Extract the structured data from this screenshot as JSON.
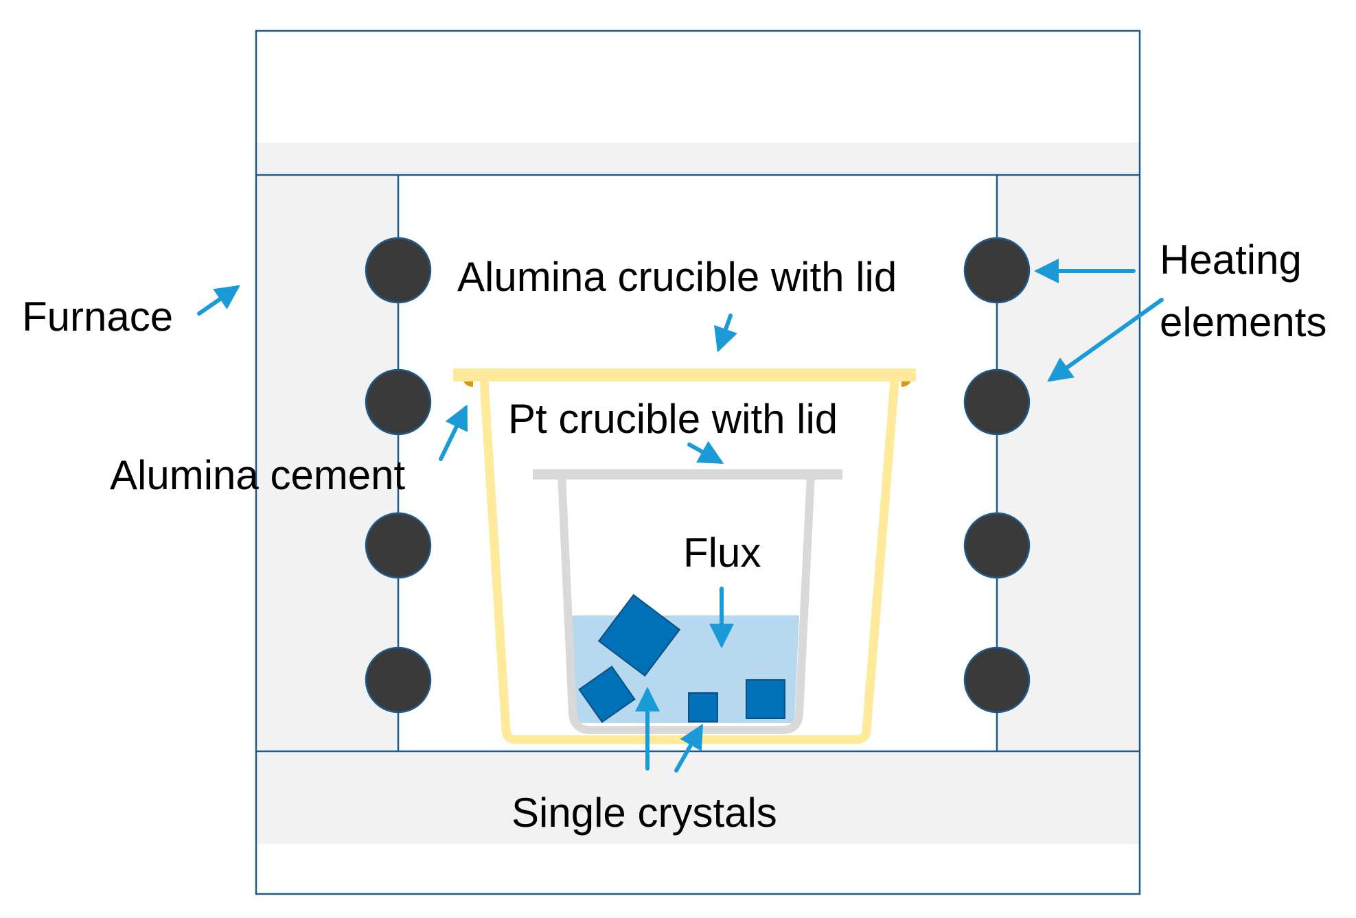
{
  "labels": {
    "furnace": "Furnace",
    "alumina_crucible": "Alumina crucible with lid",
    "heating_line1": "Heating",
    "heating_line2": "elements",
    "alumina_cement": "Alumina cement",
    "pt_crucible": "Pt crucible with lid",
    "flux": "Flux",
    "single_crystals": "Single crystals"
  },
  "colors": {
    "outline": "#1f5a8c",
    "insulation": "#f2f2f2",
    "heating_element": "#3a3a3a",
    "alumina_crucible": "#ffe99a",
    "alumina_cement": "#d49a10",
    "pt_crucible": "#d9d9d9",
    "flux": "#b7d9f0",
    "crystal": "#0070b8",
    "crystal_border": "#0b4f85",
    "arrow": "#1a9ad6"
  }
}
